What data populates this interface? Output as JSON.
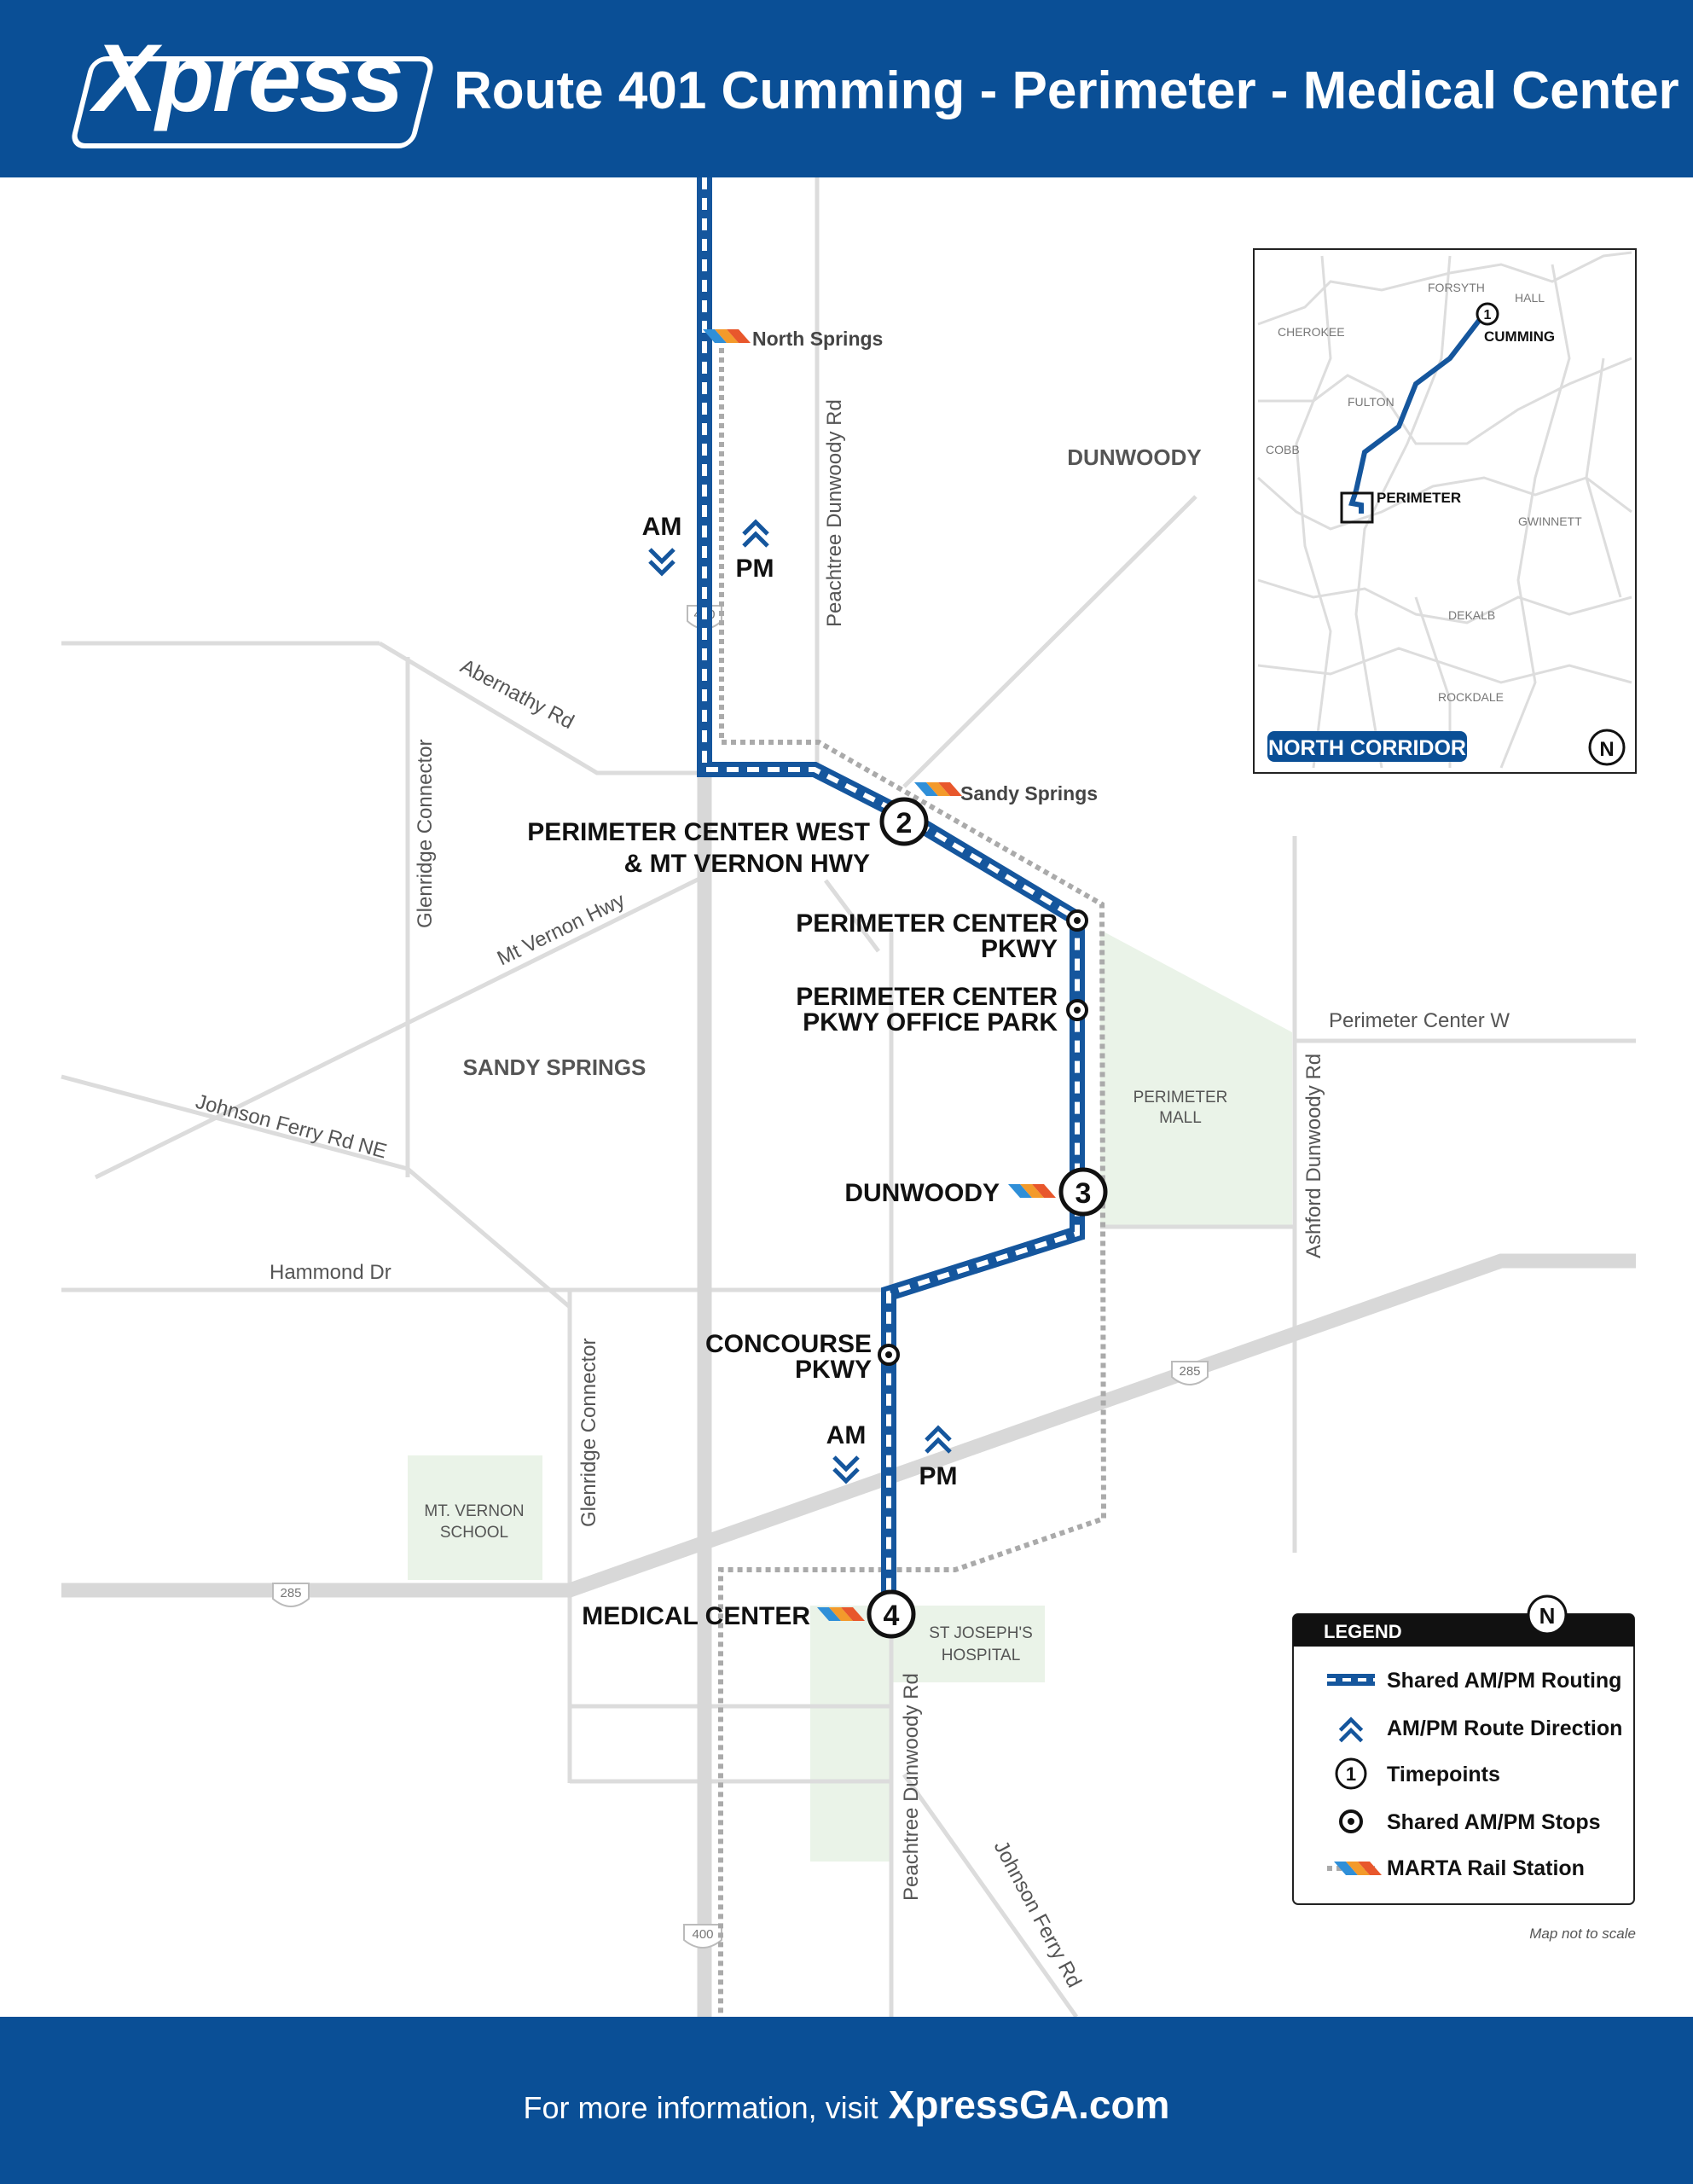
{
  "header": {
    "logo": "Xpress",
    "title": "Route 401 Cumming - Perimeter - Medical Center"
  },
  "map": {
    "areas": {
      "dunwoody": "DUNWOODY",
      "sandy_springs": "SANDY SPRINGS"
    },
    "roads": {
      "peachtree_top": "Peachtree Dunwoody Rd",
      "abernathy": "Abernathy Rd",
      "glenridge_top": "Glenridge Connector",
      "mt_vernon": "Mt Vernon Hwy",
      "johnson_ferry_ne": "Johnson Ferry Rd NE",
      "hammond": "Hammond Dr",
      "glenridge_bottom": "Glenridge Connector",
      "perimeter_center_w": "Perimeter Center W",
      "ashford": "Ashford Dunwoody Rd",
      "peachtree_bottom": "Peachtree Dunwoody Rd",
      "johnson_ferry_bottom": "Johnson Ferry Rd"
    },
    "shields": {
      "i400": "400",
      "i285": "285"
    },
    "stations": {
      "north_springs": "North Springs",
      "sandy_springs": "Sandy Springs"
    },
    "places": {
      "perimeter_mall": [
        "PERIMETER",
        "MALL"
      ],
      "mt_vernon_school": [
        "MT. VERNON",
        "SCHOOL"
      ],
      "st_josephs": [
        "ST JOSEPH'S",
        "HOSPITAL"
      ]
    },
    "direction": {
      "am": "AM",
      "pm": "PM"
    },
    "stops": {
      "perimeter_center_west": [
        "PERIMETER CENTER WEST",
        "& MT VERNON HWY"
      ],
      "perimeter_center_pkwy": [
        "PERIMETER CENTER",
        "PKWY"
      ],
      "office_park": [
        "PERIMETER CENTER",
        "PKWY OFFICE PARK"
      ],
      "dunwoody": "DUNWOODY",
      "concourse": [
        "CONCOURSE",
        "PKWY"
      ],
      "medical_center": "MEDICAL CENTER"
    },
    "timepoints": [
      "1",
      "2",
      "3",
      "4"
    ],
    "inset": {
      "counties": [
        "FORSYTH",
        "HALL",
        "CHEROKEE",
        "FULTON",
        "COBB",
        "GWINNETT",
        "DEKALB",
        "ROCKDALE"
      ],
      "cumming": "CUMMING",
      "perimeter": "PERIMETER",
      "corridor": "NORTH CORRIDOR"
    },
    "legend": {
      "title": "LEGEND",
      "items": [
        "Shared AM/PM Routing",
        "AM/PM Route Direction",
        "Timepoints",
        "Shared AM/PM Stops",
        "MARTA Rail Station"
      ]
    },
    "scale_note": "Map not to scale",
    "north": "N"
  },
  "footer": {
    "text": "For more information, visit",
    "link": "XpressGA.com"
  },
  "colors": {
    "brand": "#0a4f96",
    "route": "#15569d",
    "road": "#dcdcdc",
    "park": "#eaf3e8",
    "marta_orange": "#f39a2b",
    "marta_blue": "#2f8fd8"
  }
}
